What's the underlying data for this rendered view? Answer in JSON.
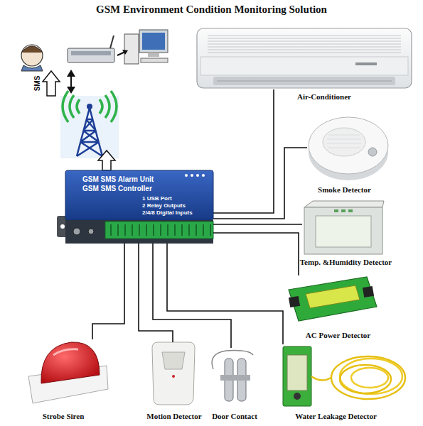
{
  "diagram": {
    "title": "GSM Environment Condition Monitoring Solution",
    "nodes": [
      {
        "text": [
          "Air-Conditioner"
        ]
      },
      {
        "text": [
          "Smoke Detector"
        ]
      },
      {
        "text": [
          "GSM SMS Alarm Unit",
          "GSM SMS Controller",
          "1 USB Port",
          "2 Relay Outputs",
          "2/4/8 Digital Inputs"
        ]
      },
      {
        "text": [
          "Temp. &Humidity Detector"
        ]
      },
      {
        "text": [
          "AC Power Detector"
        ]
      },
      {
        "text": [
          "Strobe Siren"
        ]
      },
      {
        "text": [
          "Motion Detector"
        ]
      },
      {
        "text": [
          "Door Contact"
        ]
      },
      {
        "text": [
          "Water Leakage Detector"
        ]
      }
    ],
    "edges": [
      {
        "from": 2,
        "to": 0,
        "arrow": "none"
      },
      {
        "from": 2,
        "to": 1,
        "arrow": "none"
      },
      {
        "from": 2,
        "to": 3,
        "arrow": "none"
      },
      {
        "from": 2,
        "to": 4,
        "arrow": "none"
      },
      {
        "from": 2,
        "to": 5,
        "arrow": "none"
      },
      {
        "from": 2,
        "to": 6,
        "arrow": "none"
      },
      {
        "from": 2,
        "to": 7,
        "arrow": "none"
      },
      {
        "from": 2,
        "to": 8,
        "arrow": "none"
      }
    ],
    "labels": [
      "SMS"
    ]
  }
}
